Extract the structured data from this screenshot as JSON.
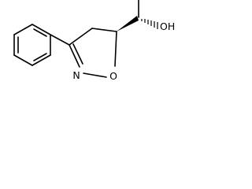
{
  "molecule": {
    "atom_labels": {
      "nitrogen": "N",
      "oxygen": "O",
      "hydroxyl": "OH"
    }
  },
  "colors": {
    "bond": "#000000",
    "background": "#ffffff"
  }
}
